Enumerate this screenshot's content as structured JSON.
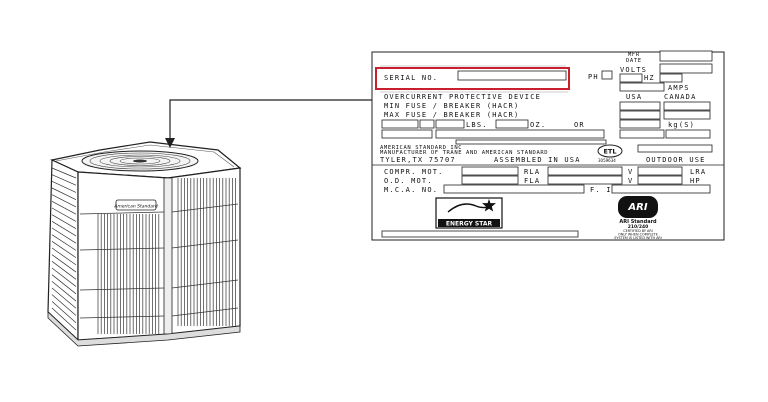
{
  "nameplate": {
    "mfr_date_line1": "MFR",
    "mfr_date_line2": "DATE",
    "volts": "VOLTS",
    "serial_no": "SERIAL NO.",
    "ph": "PH",
    "hz": "HZ",
    "amps": "AMPS",
    "overcurrent": "OVERCURRENT PROTECTIVE DEVICE",
    "usa": "USA",
    "canada": "CANADA",
    "min_fuse": "MIN FUSE / BREAKER (HACR)",
    "max_fuse": "MAX FUSE / BREAKER (HACR)",
    "lbs": "LBS.",
    "oz": "OZ.",
    "or": "OR",
    "kpa": "kg(S)",
    "maker_line1": "AMERICAN STANDARD INC",
    "maker_line2": "MANUFACTURER OF TRANE AND AMERICAN STANDARD",
    "city": "TYLER,TX 75707",
    "assembled": "ASSEMBLED IN USA",
    "etl_mark": "ETL",
    "etl_number": "3059634",
    "outdoor_use": "OUTDOOR USE",
    "compr_mot": "COMPR. MOT.",
    "rla": "RLA",
    "lra": "LRA",
    "od_mot": "O.D. MOT.",
    "fla": "FLA",
    "hp": "HP",
    "mca_no": "M.C.A. NO.",
    "fid": "F. ID.",
    "v1": "V",
    "v2": "V",
    "energy_star": "ENERGY STAR",
    "ari_logo": "ARI",
    "ari_standard": "ARI Standard",
    "ari_std_number": "210/240",
    "ari_fine_line1": "CERTIFIED BY ARI",
    "ari_fine_line2": "ONLY WHEN COMPLETE",
    "ari_fine_line3": "SYSTEM IS LISTED WITH ARI"
  },
  "unit": {
    "badge": "American Standard"
  },
  "colors": {
    "highlight": "#c8202f",
    "line": "#222222"
  }
}
